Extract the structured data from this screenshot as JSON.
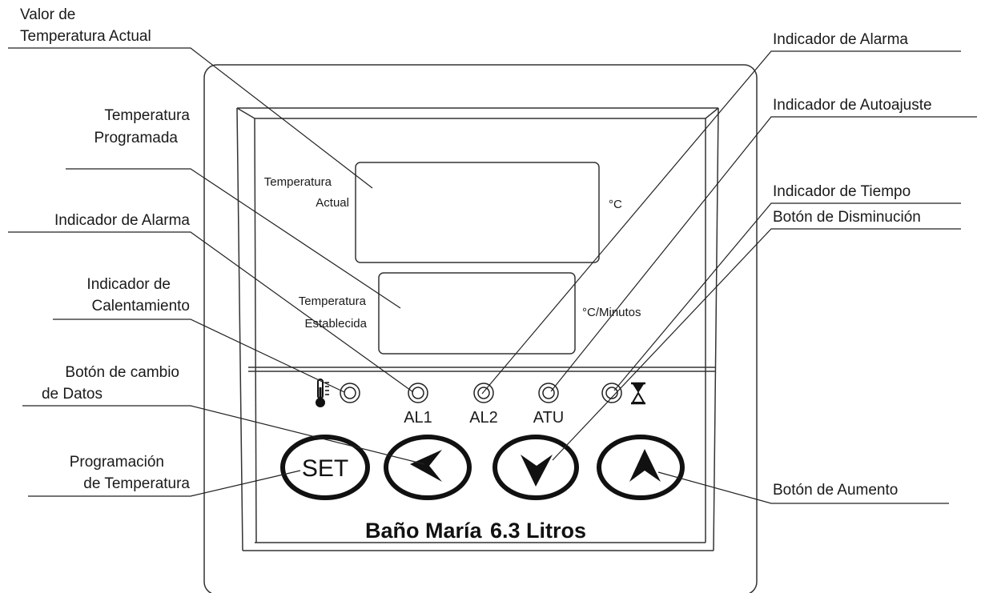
{
  "panel": {
    "brand_name": "Baño María",
    "brand_capacity": "6.3 Litros",
    "display_top_label_line1": "Temperatura",
    "display_top_label_line2": "Actual",
    "display_top_unit": "°C",
    "display_bottom_label_line1": "Temperatura",
    "display_bottom_label_line2": "Establecida",
    "display_bottom_unit": "°C/Minutos",
    "led_labels": [
      "AL1",
      "AL2",
      "ATU"
    ],
    "set_button_label": "SET"
  },
  "callouts": {
    "valor_temp_actual_l1": "Valor de",
    "valor_temp_actual_l2": "Temperatura Actual",
    "temp_programada_l1": "Temperatura",
    "temp_programada_l2": "Programada",
    "indicador_alarma_left": "Indicador de Alarma",
    "indicador_calentamiento_l1": "Indicador de",
    "indicador_calentamiento_l2": "Calentamiento",
    "boton_cambio_datos_l1": "Botón de cambio",
    "boton_cambio_datos_l2": "de Datos",
    "programacion_temp_l1": "Programación",
    "programacion_temp_l2": "de Temperatura",
    "indicador_alarma_right": "Indicador de Alarma",
    "indicador_autoajuste": "Indicador de Autoajuste",
    "indicador_tiempo": "Indicador de Tiempo",
    "boton_disminucion": "Botón de Disminución",
    "boton_aumento": "Botón de Aumento"
  }
}
